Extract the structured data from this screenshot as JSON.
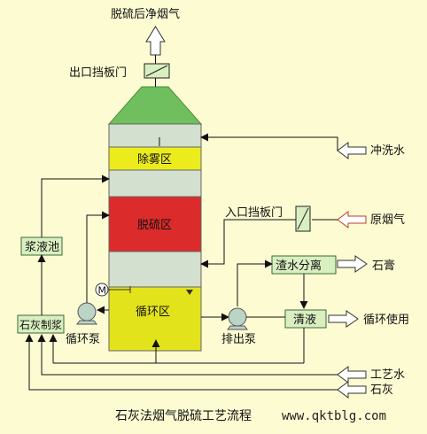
{
  "labels": {
    "clean_gas": "脱硫后净烟气",
    "outlet_damper": "出口挡板门",
    "flush_water": "冲洗水",
    "demist_zone": "除雾区",
    "desulfur_zone": "脱硫区",
    "inlet_damper": "入口挡板门",
    "raw_gas": "原烟气",
    "slurry_tank": "浆液池",
    "residue_sep": "渣水分离",
    "gypsum": "石膏",
    "agitator": "M",
    "circ_zone": "循环区",
    "lime_slurry": "石灰制浆",
    "clear_liquid": "清液",
    "recycle_use": "循环使用",
    "circ_pump": "循环泵",
    "discharge_pump": "排出泵",
    "process_water": "工艺水",
    "lime": "石灰",
    "title": "石灰法烟气脱硫工艺流程",
    "watermark": "www.qktblg.com"
  },
  "colors": {
    "background": "#fdfbd2",
    "tower_grey": "#d3e0cf",
    "demist_yellow": "#ecec1c",
    "desulfur_red": "#db2b2b",
    "circ_yellow": "#e3e31c",
    "tower_top_green": "#6fbf5f",
    "box_fill": "#d9efc0",
    "box_border": "#3a6a3a",
    "line": "#111111",
    "raw_gas_arrow": "#c0392b"
  }
}
